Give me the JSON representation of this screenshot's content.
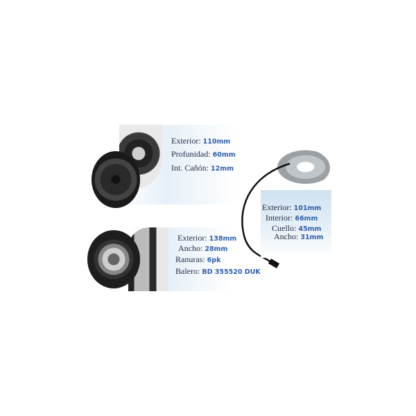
{
  "hub": {
    "specs": [
      {
        "label": "Exterior:",
        "value": "110mm"
      },
      {
        "label": "Profunidad:",
        "value": "60mm"
      },
      {
        "label": "Int. Cañón:",
        "value": "12mm"
      }
    ]
  },
  "pulley": {
    "specs": [
      {
        "label": "Exterior:",
        "value": "138mm"
      },
      {
        "label": "Ancho:",
        "value": "28mm"
      },
      {
        "label": "Ranuras:",
        "value": "6pk"
      },
      {
        "label": "Balero:",
        "value": "BD 355520 DUK"
      }
    ]
  },
  "coil": {
    "specs": [
      {
        "label": "Exterior:",
        "value": "101mm"
      },
      {
        "label": "Interior:",
        "value": "66mm"
      },
      {
        "label": "Cuello:",
        "value": "45mm"
      },
      {
        "label": "Ancho:",
        "value": "31mm"
      }
    ]
  },
  "colors": {
    "label": "#1f2a44",
    "value": "#2f5fa8",
    "panel": "#e6f0f8"
  }
}
